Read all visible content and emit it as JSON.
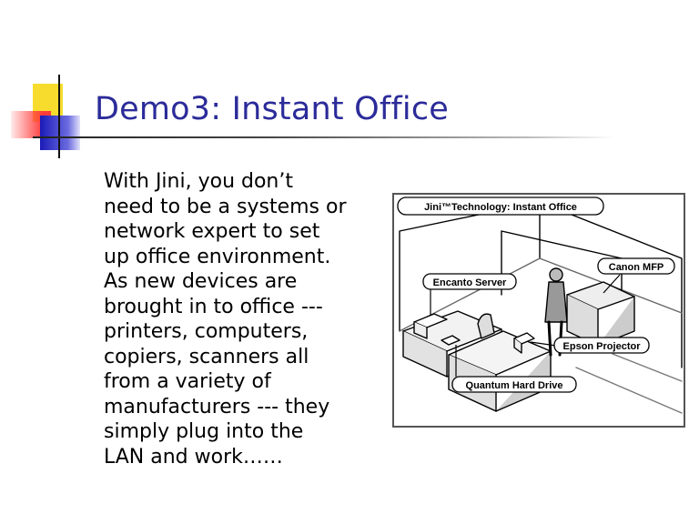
{
  "slide": {
    "title": "Demo3: Instant Office",
    "body": "With Jini, you don’t\nneed to be a systems or\nnetwork expert to set\nup office environment.\nAs new devices are\nbrought in to office ---\nprinters, computers,\ncopiers, scanners all\nfrom a variety of\nmanufacturers --- they\nsimply plug into the\nLAN and work……"
  },
  "figure": {
    "title": "Jini™Technology: Instant Office",
    "labels": {
      "server": "Encanto Server",
      "mfp": "Canon MFP",
      "projector": "Epson Projector",
      "drive": "Quantum Hard Drive"
    }
  },
  "colors": {
    "title": "#2b2b9a",
    "accent_yellow": "#f7dc2e",
    "accent_red": "#ff3a3a",
    "accent_blue": "#1a1ab8"
  }
}
